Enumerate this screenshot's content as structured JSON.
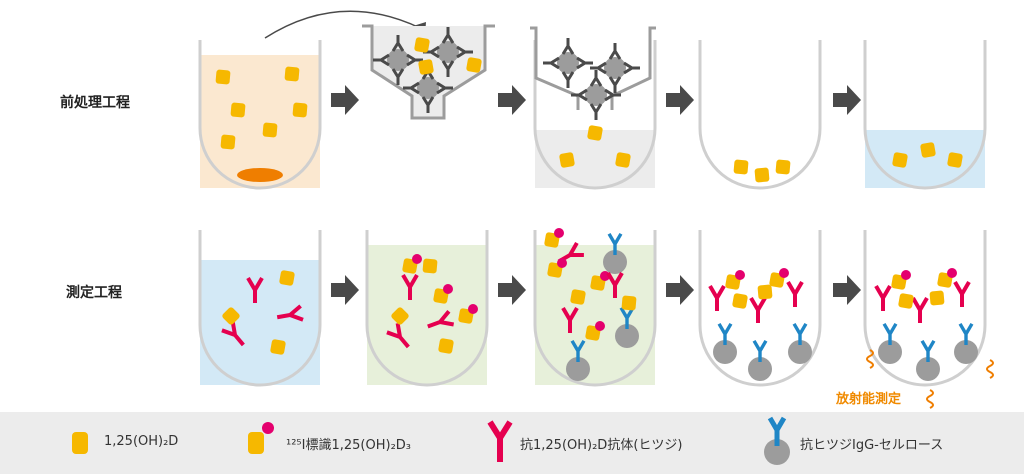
{
  "rows": {
    "pretreatment": "前処理工程",
    "measurement": "測定工程"
  },
  "radioactivity_label": "放射能測定",
  "legend": [
    {
      "label": "1,25(OH)₂D"
    },
    {
      "label": "¹²⁵I標識1,25(OH)₂D₃"
    },
    {
      "label": "抗1,25(OH)₂D抗体(ヒツジ)"
    },
    {
      "label": "抗ヒツジIgG-セルロース"
    }
  ],
  "colors": {
    "vitd": "#f6b800",
    "label_dot": "#e4006e",
    "antibody": "#e5004f",
    "anti_igg": "#1f86c6",
    "cellulose": "#9c9c9c",
    "tube": "#cfcfcf",
    "arrow": "#4a4a4a",
    "serum": "#fbe8d0",
    "blue": "#d3e9f6",
    "green": "#e7f0da",
    "gray": "#ececec",
    "pellet": "#ef7e00"
  }
}
